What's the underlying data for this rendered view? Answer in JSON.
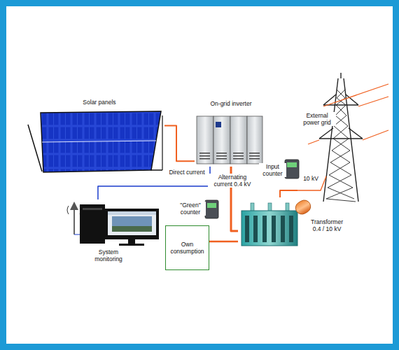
{
  "diagram": {
    "nodes": [
      {
        "text": [
          "Solar panels"
        ]
      },
      {
        "text": [
          "On-grid inverter"
        ]
      },
      {
        "text": [
          "System monitoring"
        ]
      },
      {
        "text": [
          "\"Green\" counter"
        ]
      },
      {
        "text": [
          "Own consumption"
        ]
      },
      {
        "text": [
          "Transformer 0.4 / 10 kV"
        ]
      },
      {
        "text": [
          "Input counter"
        ]
      },
      {
        "text": [
          "External power grid"
        ]
      }
    ],
    "edges": [
      {
        "from": 0,
        "to": 1,
        "arrow": "none",
        "label": "Direct current"
      },
      {
        "from": 1,
        "to": 2,
        "arrow": "none"
      },
      {
        "from": 1,
        "to": 5,
        "arrow": "none",
        "label": "Alternating current 0.4 kV"
      },
      {
        "from": 5,
        "to": 7,
        "arrow": "none",
        "label": "10 kV"
      },
      {
        "from": 4,
        "to": 5,
        "arrow": "none"
      }
    ]
  }
}
